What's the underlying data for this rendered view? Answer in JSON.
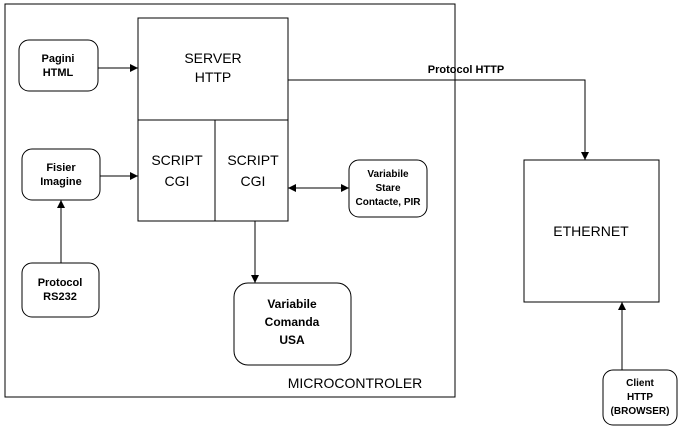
{
  "diagram": {
    "microcontroller_label": "MICROCONTROLER",
    "server_line1": "SERVER",
    "server_line2": "HTTP",
    "script1_line1": "SCRIPT",
    "script1_line2": "CGI",
    "script2_line1": "SCRIPT",
    "script2_line2": "CGI",
    "pages_line1": "Pagini",
    "pages_line2": "HTML",
    "image_line1": "Fisier",
    "image_line2": "Imagine",
    "rs232_line1": "Protocol",
    "rs232_line2": "RS232",
    "state_line1": "Variabile",
    "state_line2": "Stare",
    "state_line3": "Contacte, PIR",
    "command_line1": "Variabile",
    "command_line2": "Comanda",
    "command_line3": "USA",
    "ethernet_label": "ETHERNET",
    "client_line1": "Client",
    "client_line2": "HTTP",
    "client_line3": "(BROWSER)",
    "http_edge_label": "Protocol HTTP"
  }
}
